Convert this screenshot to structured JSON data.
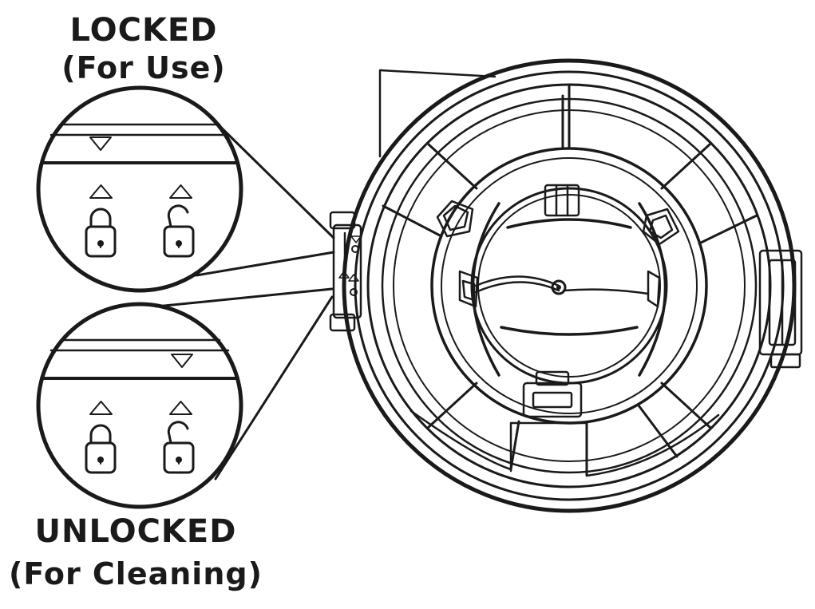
{
  "callouts": {
    "locked": {
      "title": "LOCKED",
      "subtitle": "(For Use)",
      "icons": [
        "triangle-up-icon",
        "padlock-closed-icon",
        "triangle-up-icon",
        "padlock-open-icon",
        "triangle-down-icon"
      ]
    },
    "unlocked": {
      "title": "UNLOCKED",
      "subtitle": "(For Cleaning)",
      "icons": [
        "triangle-up-icon",
        "padlock-closed-icon",
        "triangle-up-icon",
        "padlock-open-icon",
        "triangle-down-icon"
      ]
    }
  },
  "colors": {
    "line": "#1a1a1a",
    "background": "#ffffff"
  }
}
